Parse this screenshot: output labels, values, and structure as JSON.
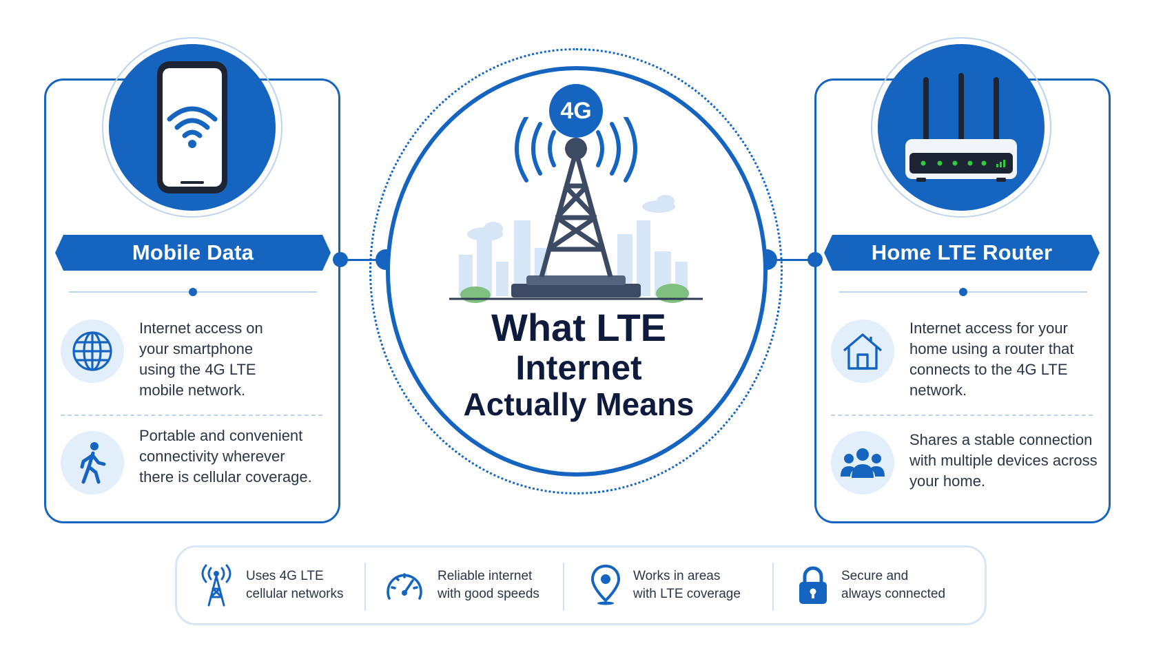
{
  "title": {
    "line1": "What LTE",
    "line2": "Internet",
    "line3": "Actually Means"
  },
  "badge": "4G",
  "left_panel": {
    "heading": "Mobile Data",
    "items": [
      {
        "icon": "globe-icon",
        "text": "Internet access on your smartphone using the 4G LTE mobile network."
      },
      {
        "icon": "walking-person-icon",
        "text": "Portable and convenient connectivity wherever there is cellular coverage."
      }
    ]
  },
  "right_panel": {
    "heading": "Home LTE Router",
    "items": [
      {
        "icon": "house-icon",
        "text": "Internet access for your home using a router that connects to the 4G LTE network."
      },
      {
        "icon": "people-group-icon",
        "text": "Shares a stable connection with multiple devices across your home."
      }
    ]
  },
  "features": [
    {
      "icon": "cell-tower-icon",
      "line1": "Uses 4G LTE",
      "line2": "cellular networks"
    },
    {
      "icon": "speedometer-icon",
      "line1": "Reliable internet",
      "line2": "with good speeds"
    },
    {
      "icon": "location-pin-icon",
      "line1": "Works in areas",
      "line2": "with LTE coverage"
    },
    {
      "icon": "padlock-icon",
      "line1": "Secure and",
      "line2": "always connected"
    }
  ],
  "colors": {
    "primary": "#1565c0",
    "light_bubble": "#e3eefb",
    "title_text": "#0f1b3d",
    "router_led": "#2ecc40"
  }
}
